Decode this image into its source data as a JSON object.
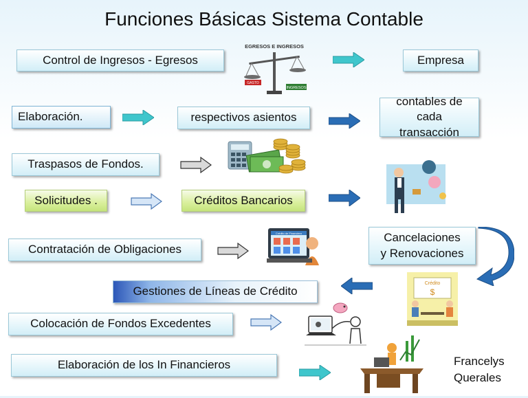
{
  "title": "Funciones Básicas Sistema Contable",
  "boxes": {
    "control": "Control de Ingresos - Egresos",
    "empresa": "Empresa",
    "elaboracion": "Elaboración.",
    "asientos": "respectivos asientos",
    "contables_line1": "contables de cada",
    "contables_line2": "transacción",
    "traspasos": "Traspasos de Fondos.",
    "solicitudes": "Solicitudes .",
    "creditos": "Créditos Bancarios",
    "contratacion": "Contratación de Obligaciones",
    "cancel_line1": "Cancelaciones",
    "cancel_line2": "y Renovaciones",
    "gestiones": "Gestiones de Líneas de Crédito",
    "colocacion": "Colocación de Fondos Excedentes",
    "elaboracion_in": "Elaboración de los In Financieros"
  },
  "illustrations": {
    "scale_caption": "EGRESOS E INGRESOS",
    "scale_left_tag": "GASTO",
    "scale_right_tag": "INGRESOS",
    "credit_caption": "Crédito",
    "laptop_caption": "Crédito de Financiero"
  },
  "author": {
    "line1": "Francelys",
    "line2": "Querales"
  },
  "colors": {
    "teal_arrow": "#3fc6cc",
    "blue_arrow": "#2a6db5",
    "gray_arrow": "#cfcfcf",
    "light_arrow": "#cfe0f3",
    "green_box": "#c5e47c"
  }
}
